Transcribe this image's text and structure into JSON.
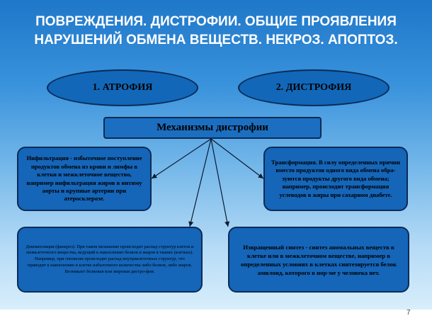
{
  "title": "ПОВРЕЖДЕНИЯ. ДИСТРОФИИ. ОБЩИЕ ПРОЯВЛЕНИЯ НАРУШЕНИЙ ОБМЕНА ВЕЩЕСТВ. НЕКРОЗ. АПОПТОЗ.",
  "ovals": {
    "atrophy": "1. АТРОФИЯ",
    "dystrophy": "2. ДИСТРОФИЯ"
  },
  "mechanisms": "Механизмы дистрофии",
  "boxes": {
    "infiltration": "Инфильтрация - избыточное поступление продуктов обмена из крови и лимфы в клетки и межклеточное вещество, например инфильтрация жиров в интиму аорты и крупные артерии при атеросклерозе.",
    "transformation": "Трансформация. В силу определенных причин вместо продуктов одного вида обмена обра-зуются продукты другого вида обмена; например, происходит трансформация углеводов в жиры при сахарном диабете.",
    "decomposition": "Декомпозиция (фанероз). При таком механизме происходит распад структур клеток и межклеточного вещества, ведущий к накоплению белков и жиров в тканях (клетках). Например, при гипоксии происходит распад внутриклеточных структур, что приводит к накоплению в клетке избыточного количества либо белков, либо жиров. Возникает белковая или жировая дистро-фия.",
    "perverted": "Извращенный синтез - синтез аномальных веществ в клетке или в межклеточном веществе, например в определенных условиях в клетках синтезируется белок амилоид, которого в нор-ме у человека нет."
  },
  "page_number": "7",
  "colors": {
    "box_fill": "#1565b8",
    "border": "#0b2b57",
    "title_text": "#ffffff"
  }
}
